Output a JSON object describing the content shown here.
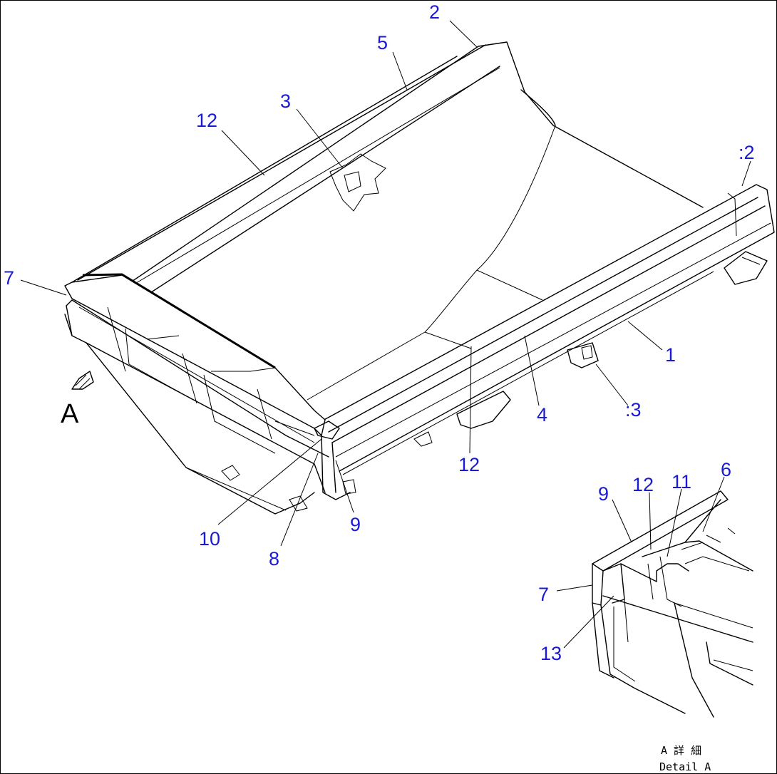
{
  "view_label": "A",
  "detail_caption": {
    "line1": "A 詳 細",
    "line2": "Detail A"
  },
  "callouts": {
    "c2_top": "2",
    "c5": "5",
    "c3_top": "3",
    "c12_top": "12",
    "c2_right": ":2",
    "c7": "7",
    "c1": "1",
    "c4": "4",
    "c3_right": ":3",
    "c12_mid": "12",
    "c10": "10",
    "c9": "9",
    "c8": "8",
    "d_c9": "9",
    "d_c12": "12",
    "d_c11": "11",
    "d_c6": "6",
    "d_c7": "7",
    "d_c13": "13"
  }
}
